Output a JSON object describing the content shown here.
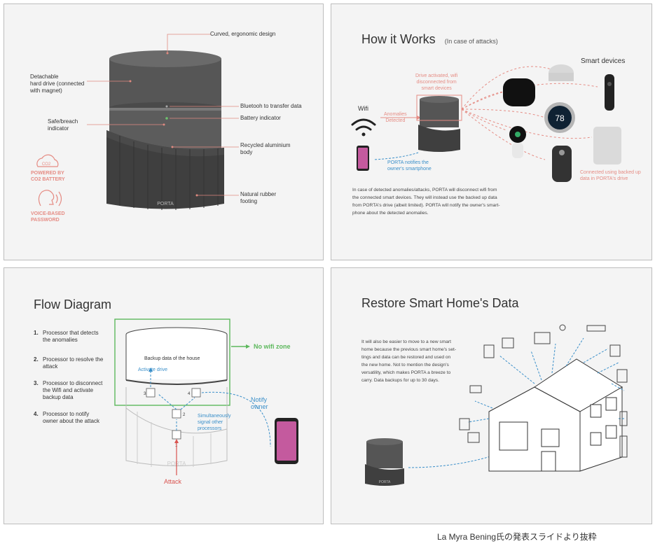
{
  "panel1": {
    "labels": {
      "curved": "Curved, ergonomic design",
      "detachable": "Detachable\nhard drive (connected\nwith magnet)",
      "bluetooth": "Bluetooh to transfer data",
      "battery": "Battery indicator",
      "safe": "Safe/breach\nindicator",
      "recycled": "Recycled aluminium\nbody",
      "rubber": "Natural rubber\nfooting"
    },
    "co2_symbol": "CO2",
    "powered": "POWERED BY\nCO2 BATTERY",
    "voice": "VOICE-BASED\nPASSWORD",
    "brand": "PORTA",
    "accent": "#e58c84"
  },
  "panel2": {
    "title": "How it Works",
    "subtitle": "(In case of attacks)",
    "smart_devices": "Smart devices",
    "wifi": "Wifi",
    "anomalies": "Anomalies\nDetected",
    "drive_activated": "Drive activated, wifi\ndisconnected from\nsmart devices",
    "porta_notifies": "PORTA notifies the\nowner's smartphone",
    "connected_backup": "Connected using backed up\ndata in PORTA's drive",
    "thermostat_value": "78",
    "body": "In case of detected anomalies/attacks, PORTA will disconnect wifi from\nthe connected smart devices. They will instead use the backed up data\nfrom PORTA's drive (albeit limited). PORTA will notify the owner's smart-\nphone about the detected anomalies."
  },
  "panel3": {
    "title": "Flow Diagram",
    "steps": [
      {
        "num": "1.",
        "text": "Processor that detects\nthe anomalies"
      },
      {
        "num": "2.",
        "text": "Processor to resolve the\nattack"
      },
      {
        "num": "3.",
        "text": "Processor to disconnect\nthe Wifi and activate\nbackup data"
      },
      {
        "num": "4.",
        "text": "Processor to notify\nowner about the attack"
      }
    ],
    "backup": "Backup data of the house",
    "activate": "Activate drive",
    "no_wifi": "No wifi zone",
    "notify": "Notify\nowner",
    "simultaneously": "Simultaneously\nsignal other\nprocessors",
    "attack": "Attack",
    "n1": "1",
    "n2": "2",
    "n3": "3",
    "n4": "4",
    "brand": "PORTA"
  },
  "panel4": {
    "title": "Restore Smart Home's Data",
    "body": "It will also be easier to move to a new smart\nhome because the previous smart home's set-\ntings and data can be restored and used on\nthe new home. Not to mention the design's\nversatility, which makes PORTA a breeze to\ncarry. Data backups for up to 30 days.",
    "brand": "PORTA"
  },
  "caption": "La Myra Bening氏の発表スライドより抜粋"
}
